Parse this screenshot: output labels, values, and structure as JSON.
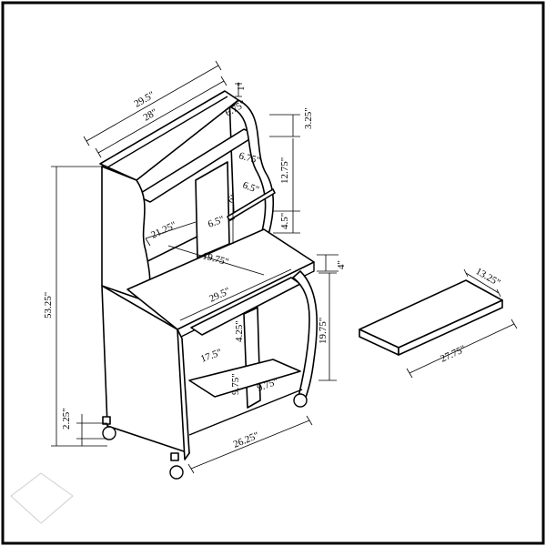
{
  "dimensions": {
    "hutch_outer_width": "29.5\"",
    "hutch_inner_width": "28\"",
    "top_overhang": "1\"",
    "top_shelf_depth": "6.75\"",
    "top_shelf_thickness": "3.25\"",
    "lower_shelf_depth": "6.75\"",
    "hutch_opening_height": "12.75\"",
    "divider_depth": "6.5\"",
    "cubby_width": "6\"",
    "cubby_height": "4.5\"",
    "hutch_left_opening": "21.25\"",
    "hutch_divider_height": "6.5\"",
    "desk_depth": "19.75\"",
    "desk_width": "29.5\"",
    "desk_lip": "4\"",
    "total_height": "53.25\"",
    "base_right_height": "19.75\"",
    "drawer_clearance": "4.25\"",
    "lower_opening_width": "17.5\"",
    "lower_shelf_height_left": "9.75\"",
    "lower_shelf_height_right": "9.75\"",
    "caster_height": "2.25\"",
    "base_depth": "26.25\"",
    "keyboard_width": "13.25\"",
    "keyboard_length": "27.75\""
  }
}
